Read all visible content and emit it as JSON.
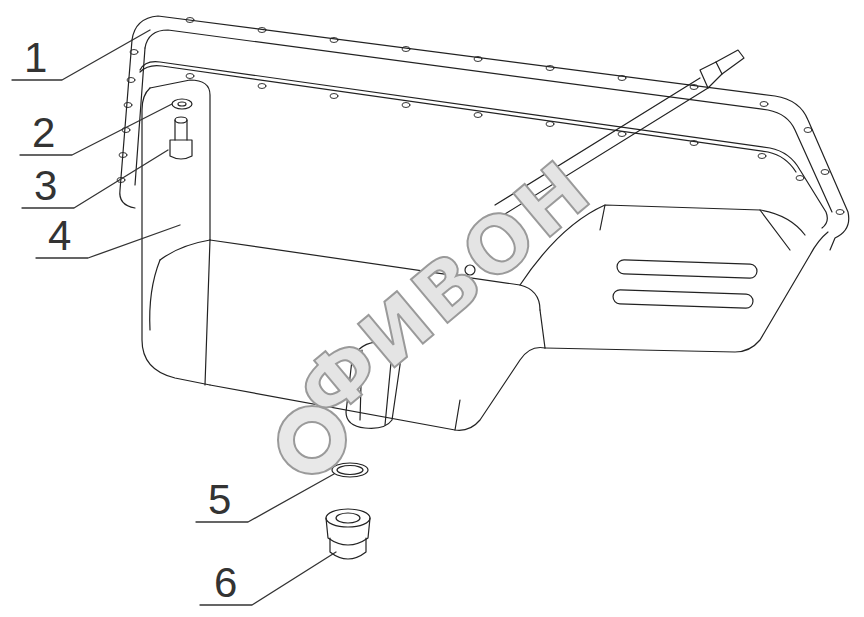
{
  "diagram": {
    "labels": [
      "1",
      "2",
      "3",
      "4",
      "5",
      "6",
      "ФИВОН"
    ]
  }
}
